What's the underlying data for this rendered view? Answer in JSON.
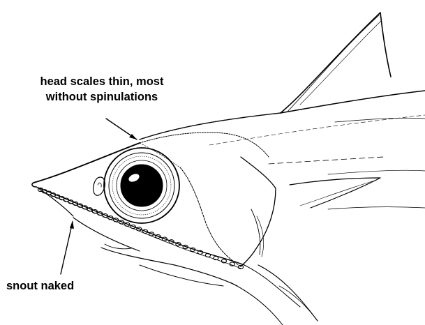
{
  "labels": {
    "head_scales_line1": "head scales thin, most",
    "head_scales_line2": "without spinulations",
    "snout": "snout naked"
  },
  "colors": {
    "ink": "#000000",
    "paper": "#ffffff"
  }
}
